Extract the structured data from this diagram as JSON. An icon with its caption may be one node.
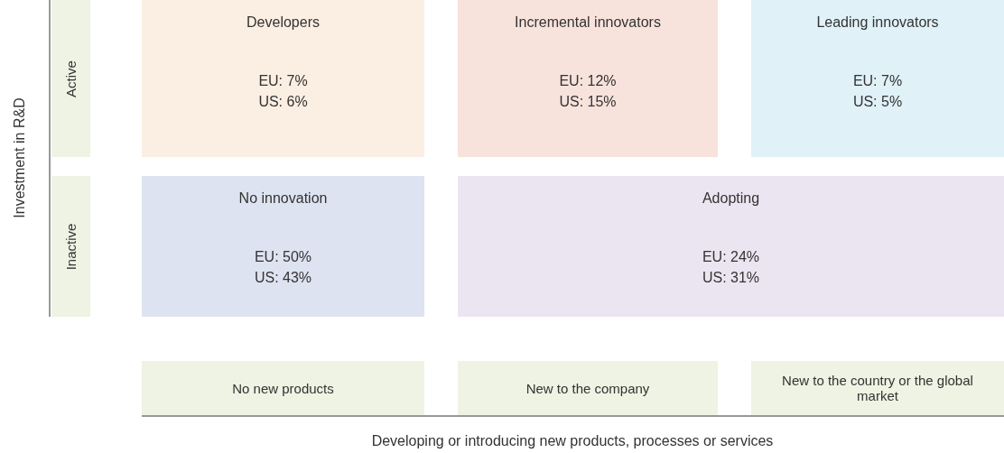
{
  "diagram": {
    "nodes": [
      {
        "text": [
          "Active"
        ]
      },
      {
        "text": [
          "Developers",
          "EU: 7%",
          "US: 6%"
        ]
      },
      {
        "text": [
          "Incremental innovators",
          "EU: 12%",
          "US: 15%"
        ]
      },
      {
        "text": [
          "Leading innovators",
          "EU: 7%",
          "US: 5%"
        ]
      },
      {
        "text": [
          "Inactive"
        ]
      },
      {
        "text": [
          "No innovation",
          "EU: 50%",
          "US: 43%"
        ]
      },
      {
        "text": [
          "Adopting",
          "EU: 24%",
          "US: 31%"
        ]
      },
      {
        "text": [
          "No new products"
        ]
      },
      {
        "text": [
          "New to the company"
        ]
      },
      {
        "text": [
          "New to the country or the global market"
        ]
      }
    ],
    "labels": [
      "Investment in R&D",
      "Developing or introducing new products, processes or services"
    ]
  }
}
